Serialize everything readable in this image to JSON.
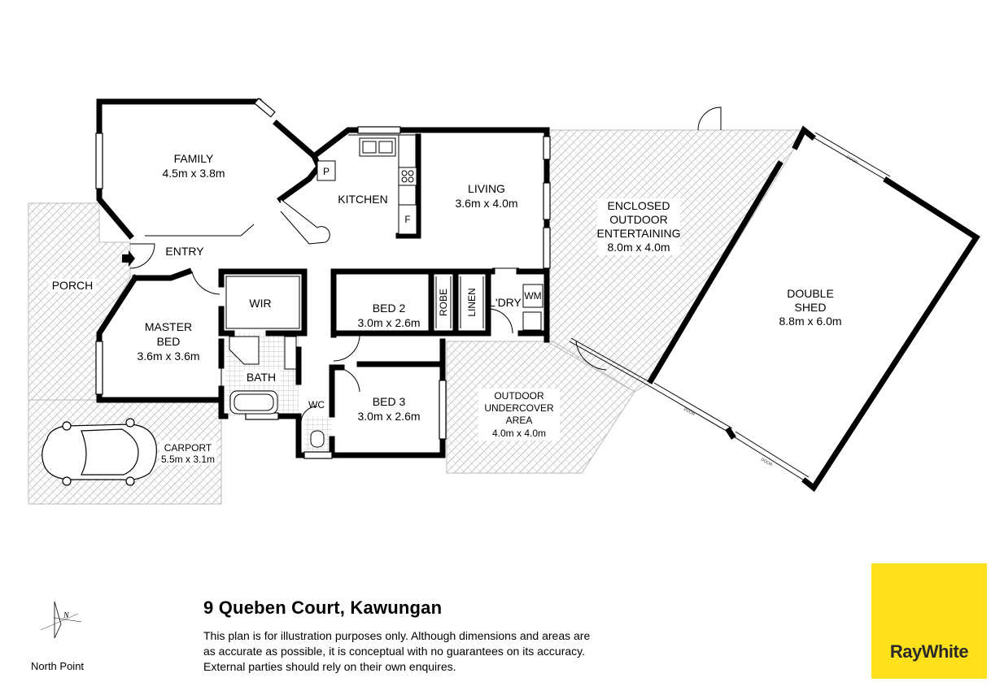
{
  "property": {
    "address": "9 Queben Court, Kawungan",
    "disclaimer": [
      "This plan is for illustration purposes only.  Although dimensions and areas are",
      "as accurate as possible, it is conceptual with no guarantees on its accuracy.",
      "External parties should rely on their own enquires."
    ]
  },
  "north_point": {
    "label": "North Point",
    "letter": "N"
  },
  "brand": {
    "name": "RayWhite",
    "color": "#ffe11b",
    "text_color": "#2a2a2a"
  },
  "colors": {
    "wall": "#000000",
    "hatch": "#b8b8b8",
    "tile": "#c9c9c9"
  },
  "rooms": {
    "family": {
      "name": "FAMILY",
      "dims": "4.5m x 3.8m"
    },
    "kitchen": {
      "name": "KITCHEN"
    },
    "pantry": {
      "name": "P"
    },
    "fridge": {
      "name": "F"
    },
    "living": {
      "name": "LIVING",
      "dims": "3.6m x 4.0m"
    },
    "entry": {
      "name": "ENTRY"
    },
    "porch": {
      "name": "PORCH"
    },
    "master_bed": {
      "name_1": "MASTER",
      "name_2": "BED",
      "dims": "3.6m x 3.6m"
    },
    "wir": {
      "name": "WIR"
    },
    "bath": {
      "name": "BATH"
    },
    "wc": {
      "name": "WC"
    },
    "bed2": {
      "name": "BED 2",
      "dims": "3.0m x 2.6m"
    },
    "bed3": {
      "name": "BED 3",
      "dims": "3.0m x 2.6m"
    },
    "robe": {
      "name": "ROBE"
    },
    "linen": {
      "name": "LINEN"
    },
    "laundry": {
      "name": "L'DRY"
    },
    "washing_machine": {
      "name": "WM"
    },
    "enclosed_outdoor": {
      "line_1": "ENCLOSED",
      "line_2": "OUTDOOR",
      "line_3": "ENTERTAINING",
      "dims": "8.0m x 4.0m"
    },
    "outdoor_undercover": {
      "line_1": "OUTDOOR",
      "line_2": "UNDERCOVER",
      "line_3": "AREA",
      "dims": "4.0m x 4.0m"
    },
    "double_shed": {
      "name": "DOUBLE",
      "name_2": "SHED",
      "dims": "8.8m x 6.0m"
    },
    "carport": {
      "name": "CARPORT",
      "dims": "5.5m x 3.1m"
    }
  },
  "door_label": "DOOR"
}
